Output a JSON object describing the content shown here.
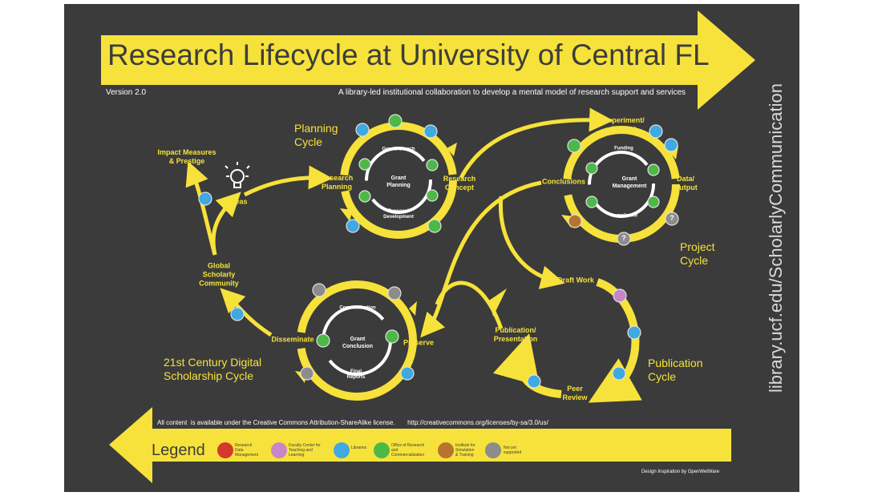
{
  "header": {
    "title": "Research Lifecycle at University of Central FL",
    "version": "Version 2.0",
    "subtitle": "A library-led institutional collaboration to develop a mental model of research support and services"
  },
  "side_text": "library.ucf.edu/ScholarlyCommunication",
  "colors": {
    "background": "#3b3b3b",
    "accent_yellow": "#f6e23a",
    "libraries_blue": "#3fa9e0",
    "research_office_green": "#4db848",
    "faculty_center_pink": "#c886c8",
    "simulation_orange": "#b8732e",
    "research_data_red": "#d33a2c",
    "not_supported_gray": "#8c8c8c"
  },
  "planning_cycle": {
    "title": "Planning\nCycle",
    "center": "Grant\nPlanning",
    "inner_top": "Grants Search",
    "inner_bottom": "Proposal\nDevelopment",
    "left_label": "Research\nPlanning",
    "right_label": "Research\nConcept"
  },
  "project_cycle": {
    "title": "Project\nCycle",
    "center": "Grant\nManagement",
    "inner_top": "Funding",
    "inner_bottom": "Compliance",
    "top_label": "Experiment/\nProject",
    "left_label": "Conclusions",
    "right_label": "Data/\nOutput",
    "question_mark": "?"
  },
  "digital_cycle": {
    "title": "21st Century Digital\nScholarship Cycle",
    "center": "Grant\nConclusion",
    "inner_top": "Communication",
    "inner_bottom": "Final\nReports",
    "left_label": "Disseminate",
    "right_label": "Preserve"
  },
  "publication_cycle": {
    "title": "Publication\nCycle",
    "top_label": "Draft Work",
    "left_label": "Publication/\nPresentation",
    "bottom_label": "Peer\nReview"
  },
  "left_branch": {
    "impact": "Impact Measures\n& Prestige",
    "ideas": "Ideas",
    "community": "Global\nScholarly\nCommunity"
  },
  "license": "All content  is available under the Creative Commons Attribution-ShareAlike license.       http://creativecommons.org/licenses/by-sa/3.0/us/",
  "legend": {
    "title": "Legend",
    "items": [
      {
        "label": "Research\nData\nManagement",
        "icon": "cloud-icon",
        "color": "#d33a2c"
      },
      {
        "label": "Faculty Center for\nTeaching and\nLearning",
        "icon": "chair-icon",
        "color": "#c886c8"
      },
      {
        "label": "Libraries",
        "icon": "pegasus-icon",
        "color": "#3fa9e0"
      },
      {
        "label": "Office of Research\nand\nCommercialization",
        "icon": "people-icon",
        "color": "#4db848"
      },
      {
        "label": "Institute for\nSimulation\n& Training",
        "icon": "car-icon",
        "color": "#b8732e"
      },
      {
        "label": "Not yet\nsupported",
        "icon": "circle-icon",
        "color": "#8c8c8c"
      }
    ]
  },
  "credit": "Design Inspiration by OpenWetWare"
}
